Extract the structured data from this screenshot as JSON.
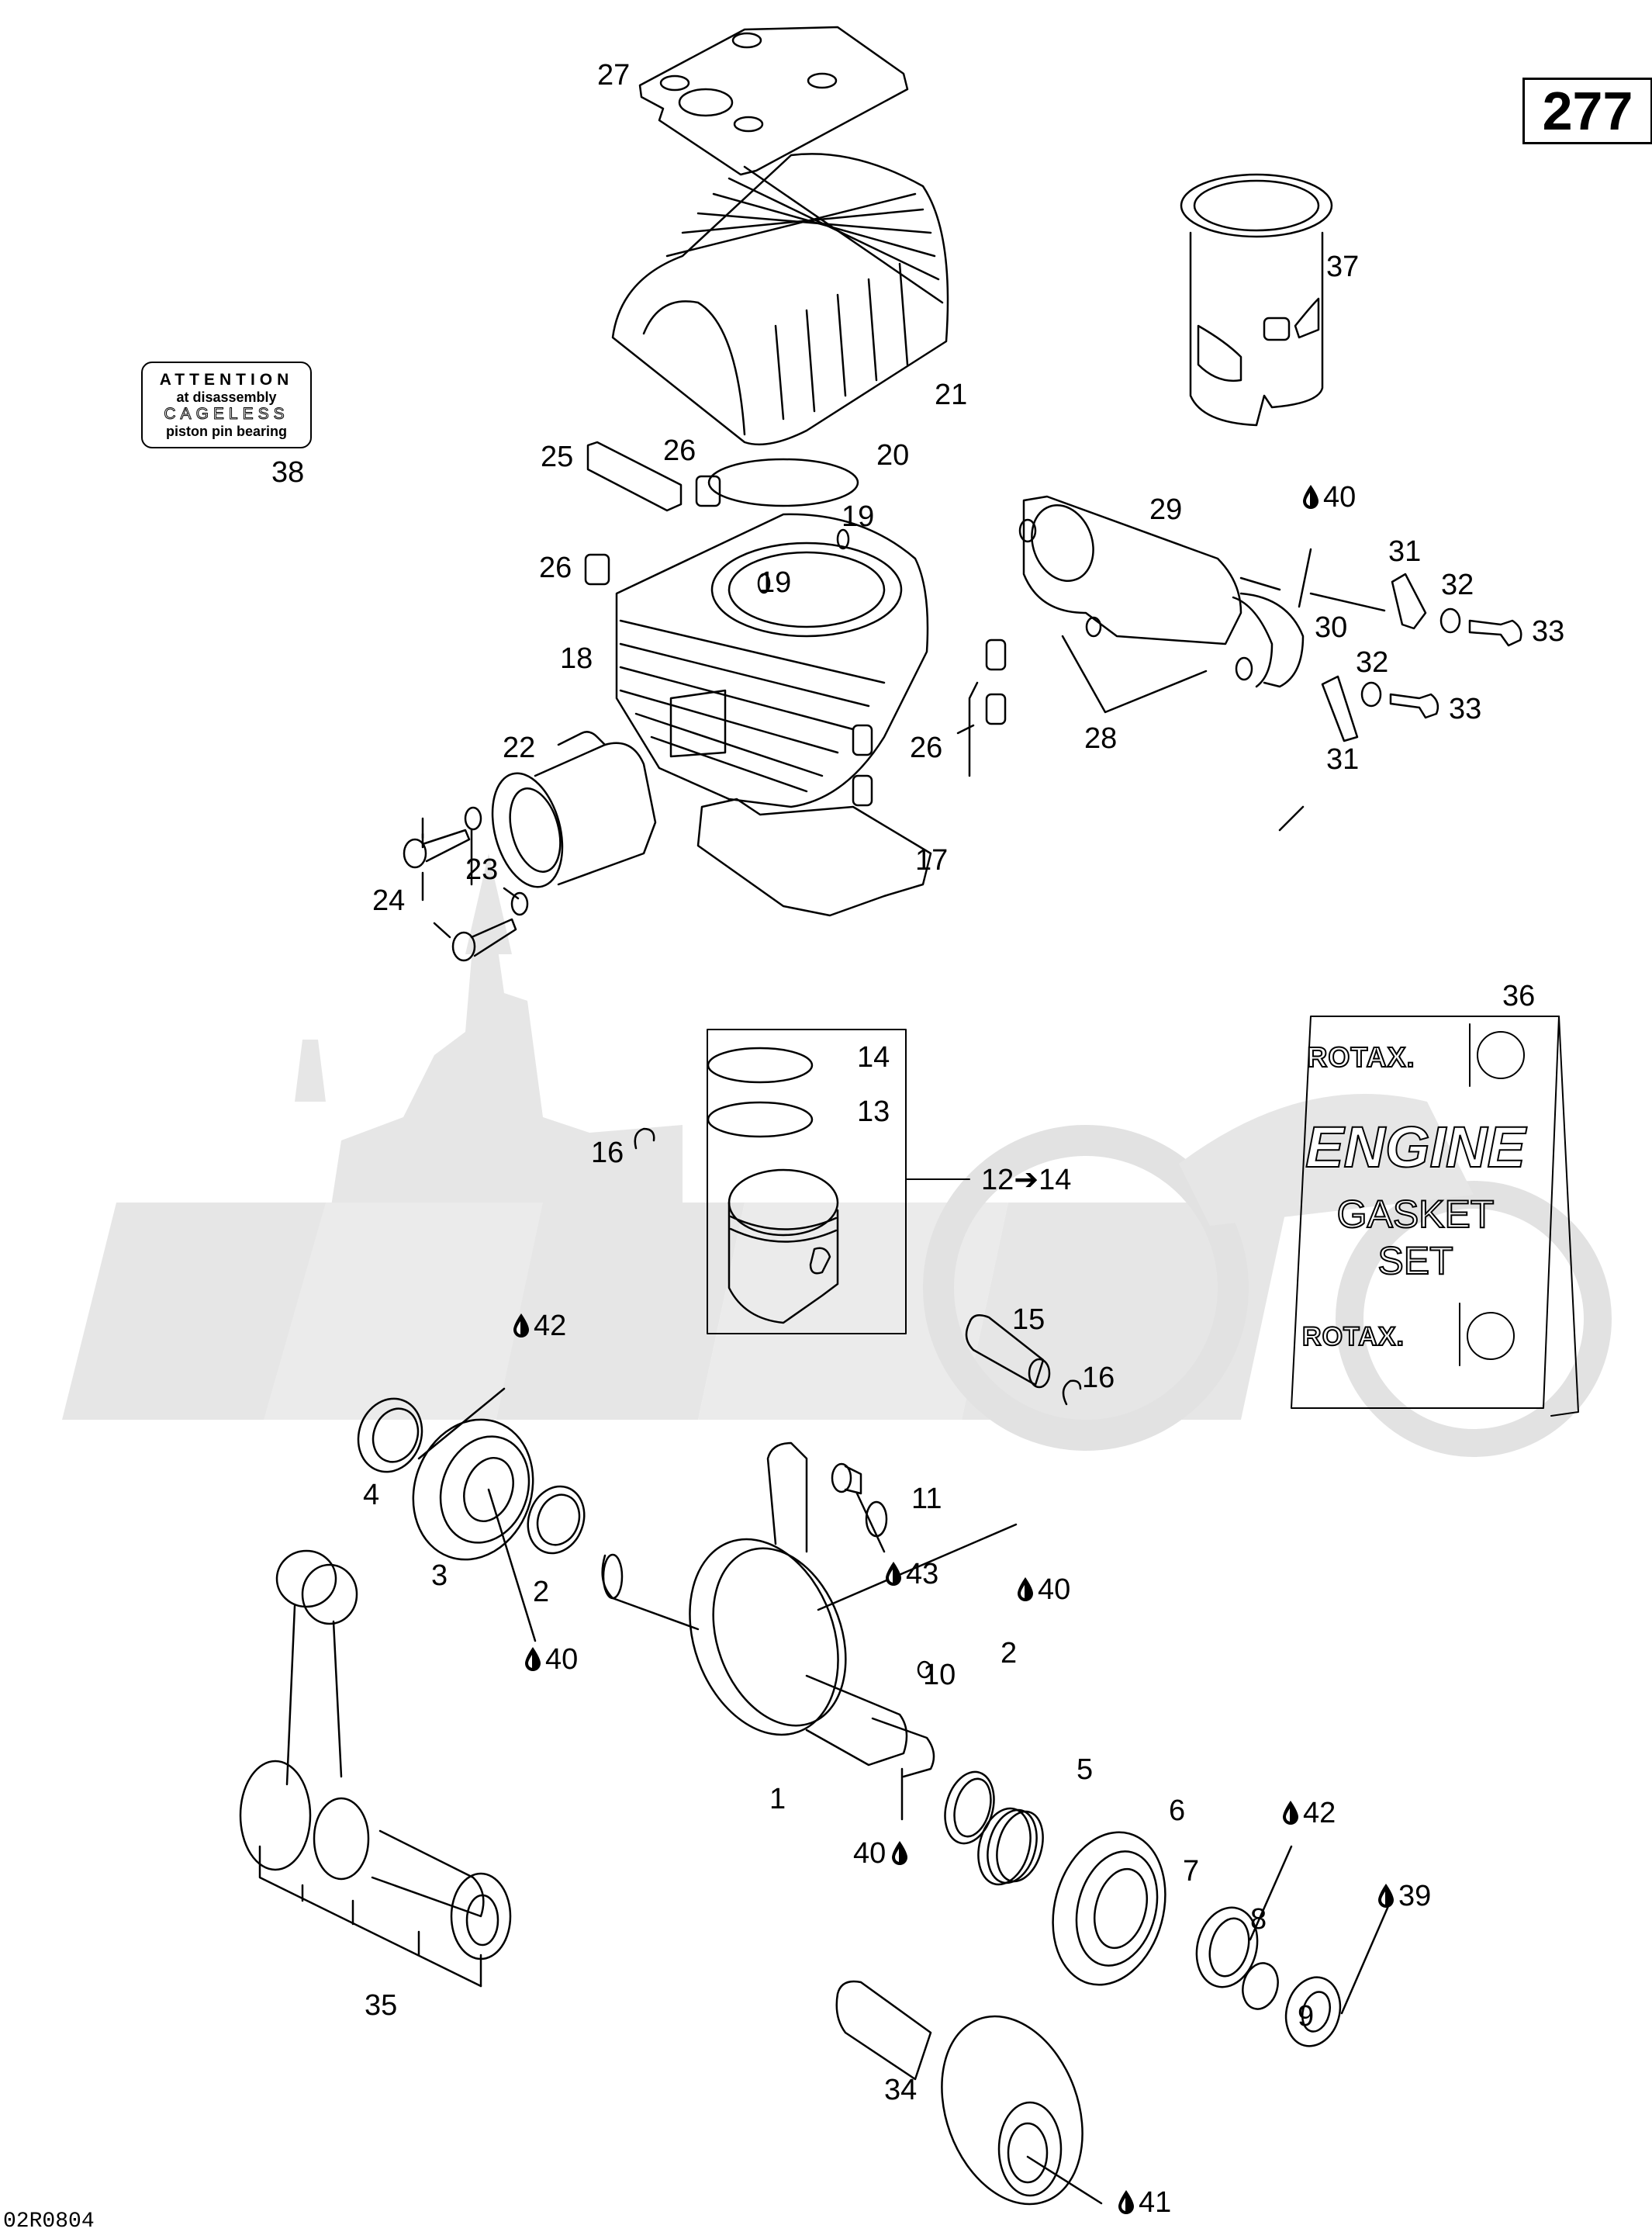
{
  "diagram": {
    "title": "Engine parts exploded view",
    "page_number": "277",
    "reference_code": "02R0804",
    "lubricant_icon": "oil-drop-icon",
    "notice_label": {
      "callout": "38",
      "lines": [
        "ATTENTION",
        "at disassembly",
        "CAGELESS",
        "piston pin bearing"
      ]
    },
    "gasket_kit": {
      "callout": "36",
      "brand_top": "ROTAX.",
      "title_line1": "ENGINE",
      "title_line2": "GASKET",
      "title_line3": "SET",
      "brand_bottom": "ROTAX."
    },
    "piston_kit": {
      "range_label": "12➔14"
    },
    "callouts": [
      {
        "id": "c27",
        "text": "27",
        "lube": false
      },
      {
        "id": "c37",
        "text": "37",
        "lube": false
      },
      {
        "id": "c21",
        "text": "21",
        "lube": false
      },
      {
        "id": "c25",
        "text": "25",
        "lube": false
      },
      {
        "id": "c26a",
        "text": "26",
        "lube": false
      },
      {
        "id": "c20",
        "text": "20",
        "lube": false
      },
      {
        "id": "c19a",
        "text": "19",
        "lube": false
      },
      {
        "id": "c26b",
        "text": "26",
        "lube": false
      },
      {
        "id": "c19b",
        "text": "19",
        "lube": false
      },
      {
        "id": "c18",
        "text": "18",
        "lube": false
      },
      {
        "id": "c29",
        "text": "29",
        "lube": false
      },
      {
        "id": "c40a",
        "text": "40",
        "lube": true
      },
      {
        "id": "c31a",
        "text": "31",
        "lube": false
      },
      {
        "id": "c32a",
        "text": "32",
        "lube": false
      },
      {
        "id": "c33a",
        "text": "33",
        "lube": false
      },
      {
        "id": "c30",
        "text": "30",
        "lube": false
      },
      {
        "id": "c32b",
        "text": "32",
        "lube": false
      },
      {
        "id": "c33b",
        "text": "33",
        "lube": false
      },
      {
        "id": "c28",
        "text": "28",
        "lube": false
      },
      {
        "id": "c31b",
        "text": "31",
        "lube": false
      },
      {
        "id": "c22",
        "text": "22",
        "lube": false
      },
      {
        "id": "c26c",
        "text": "26",
        "lube": false
      },
      {
        "id": "c23",
        "text": "23",
        "lube": false
      },
      {
        "id": "c17",
        "text": "17",
        "lube": false
      },
      {
        "id": "c24",
        "text": "24",
        "lube": false
      },
      {
        "id": "c14",
        "text": "14",
        "lube": false
      },
      {
        "id": "c13",
        "text": "13",
        "lube": false
      },
      {
        "id": "c16a",
        "text": "16",
        "lube": false
      },
      {
        "id": "c15",
        "text": "15",
        "lube": false
      },
      {
        "id": "c16b",
        "text": "16",
        "lube": false
      },
      {
        "id": "c42a",
        "text": "42",
        "lube": true
      },
      {
        "id": "c4",
        "text": "4",
        "lube": false
      },
      {
        "id": "c11",
        "text": "11",
        "lube": false
      },
      {
        "id": "c3",
        "text": "3",
        "lube": false
      },
      {
        "id": "c2a",
        "text": "2",
        "lube": false
      },
      {
        "id": "c43",
        "text": "43",
        "lube": true
      },
      {
        "id": "c40b",
        "text": "40",
        "lube": true
      },
      {
        "id": "c40c",
        "text": "40",
        "lube": true
      },
      {
        "id": "c10",
        "text": "10",
        "lube": false
      },
      {
        "id": "c2b",
        "text": "2",
        "lube": false
      },
      {
        "id": "c1",
        "text": "1",
        "lube": false
      },
      {
        "id": "c5",
        "text": "5",
        "lube": false
      },
      {
        "id": "c6",
        "text": "6",
        "lube": false
      },
      {
        "id": "c42b",
        "text": "42",
        "lube": true
      },
      {
        "id": "c40d",
        "text": "40",
        "lube": true
      },
      {
        "id": "c7",
        "text": "7",
        "lube": false
      },
      {
        "id": "c39",
        "text": "39",
        "lube": true
      },
      {
        "id": "c8",
        "text": "8",
        "lube": false
      },
      {
        "id": "c9",
        "text": "9",
        "lube": false
      },
      {
        "id": "c35",
        "text": "35",
        "lube": false
      },
      {
        "id": "c34",
        "text": "34",
        "lube": false
      },
      {
        "id": "c41",
        "text": "41",
        "lube": true
      }
    ],
    "colors": {
      "line": "#000000",
      "watermark": "#e6e6e6",
      "background": "#ffffff"
    }
  }
}
